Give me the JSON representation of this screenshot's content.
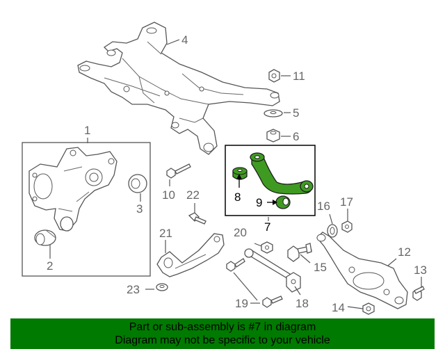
{
  "callouts": {
    "c1": "1",
    "c2": "2",
    "c3": "3",
    "c4": "4",
    "c5": "5",
    "c6": "6",
    "c7": "7",
    "c8": "8",
    "c9": "9",
    "c10": "10",
    "c11": "11",
    "c12": "12",
    "c13": "13",
    "c14": "14",
    "c15": "15",
    "c16": "16",
    "c17": "17",
    "c18": "18",
    "c19": "19",
    "c20": "20",
    "c21": "21",
    "c22": "22",
    "c23": "23"
  },
  "highlight": {
    "assembly_callout": "7",
    "color": "#3f9a22"
  },
  "footer": {
    "line1": "Part or sub-assembly is #7 in diagram",
    "line2": "Diagram may not be specific to your vehicle",
    "background": "#007a00"
  }
}
